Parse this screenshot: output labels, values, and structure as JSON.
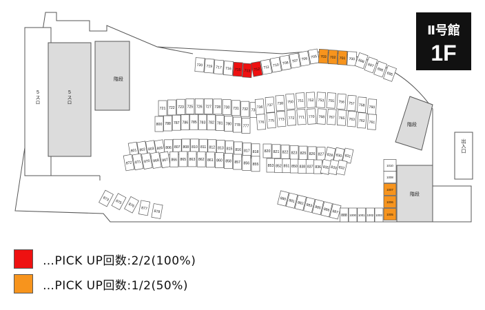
{
  "building": {
    "name": "Ⅱ号館",
    "floor": "1F"
  },
  "colors": {
    "red": "#ee1111",
    "orange": "#f7941d",
    "gray": "#dcdcdc",
    "outline": "#555555"
  },
  "labels": {
    "stairs": "階段",
    "slot_left": "スロ",
    "slot_left_num": "5",
    "slot_right": "スロ",
    "slot_right_num": "5",
    "entrance": "出入口"
  },
  "machines": {
    "top_arc": [
      "720",
      "719",
      "717",
      "716",
      "715",
      "713",
      "712",
      "711",
      "710",
      "708",
      "707",
      "706",
      "705",
      "703",
      "702",
      "701",
      "700",
      "698",
      "697",
      "696",
      "695"
    ],
    "row_a1": [
      "721",
      "722",
      "723",
      "725",
      "726",
      "727",
      "728",
      "730",
      "731",
      "732",
      "733"
    ],
    "row_a2": [
      "800",
      "788",
      "787",
      "786",
      "785",
      "783",
      "782",
      "781",
      "780",
      "778",
      "777"
    ],
    "row_b1": [
      "736",
      "737",
      "738",
      "750",
      "751",
      "752",
      "753",
      "755",
      "756",
      "757",
      "758",
      "760"
    ],
    "row_b2": [
      "776",
      "775",
      "773",
      "772",
      "771",
      "770",
      "768",
      "767",
      "765",
      "763",
      "762",
      "761"
    ],
    "row_c1": [
      "801",
      "802",
      "803",
      "805",
      "806",
      "807",
      "808",
      "810",
      "811",
      "812",
      "813",
      "815",
      "816",
      "817",
      "818"
    ],
    "row_c2": [
      "872",
      "871",
      "870",
      "868",
      "867",
      "866",
      "865",
      "863",
      "862",
      "861",
      "860",
      "858",
      "857",
      "856",
      "855"
    ],
    "row_d1": [
      "820",
      "821",
      "822",
      "823",
      "825",
      "826",
      "827",
      "828",
      "830",
      "831"
    ],
    "row_d2": [
      "853",
      "852",
      "851",
      "850",
      "838",
      "837",
      "836",
      "835",
      "833",
      "832"
    ],
    "bottom_left": [
      "873",
      "875",
      "876",
      "877",
      "878"
    ],
    "bottom_right": [
      "880",
      "881",
      "882",
      "883",
      "885",
      "886",
      "887",
      "888",
      "1000",
      "1001",
      "1002",
      "1003"
    ],
    "right_col": [
      "1010",
      "1008",
      "1007",
      "1006",
      "1005"
    ],
    "red": [
      "715",
      "713",
      "712"
    ],
    "orange": [
      "703",
      "702",
      "701",
      "1007",
      "1006",
      "1005"
    ]
  },
  "legend": [
    {
      "color": "#ee1111",
      "text": "…PICK UP回数:2/2(100%)"
    },
    {
      "color": "#f7941d",
      "text": "…PICK UP回数:1/2(50%)"
    }
  ]
}
